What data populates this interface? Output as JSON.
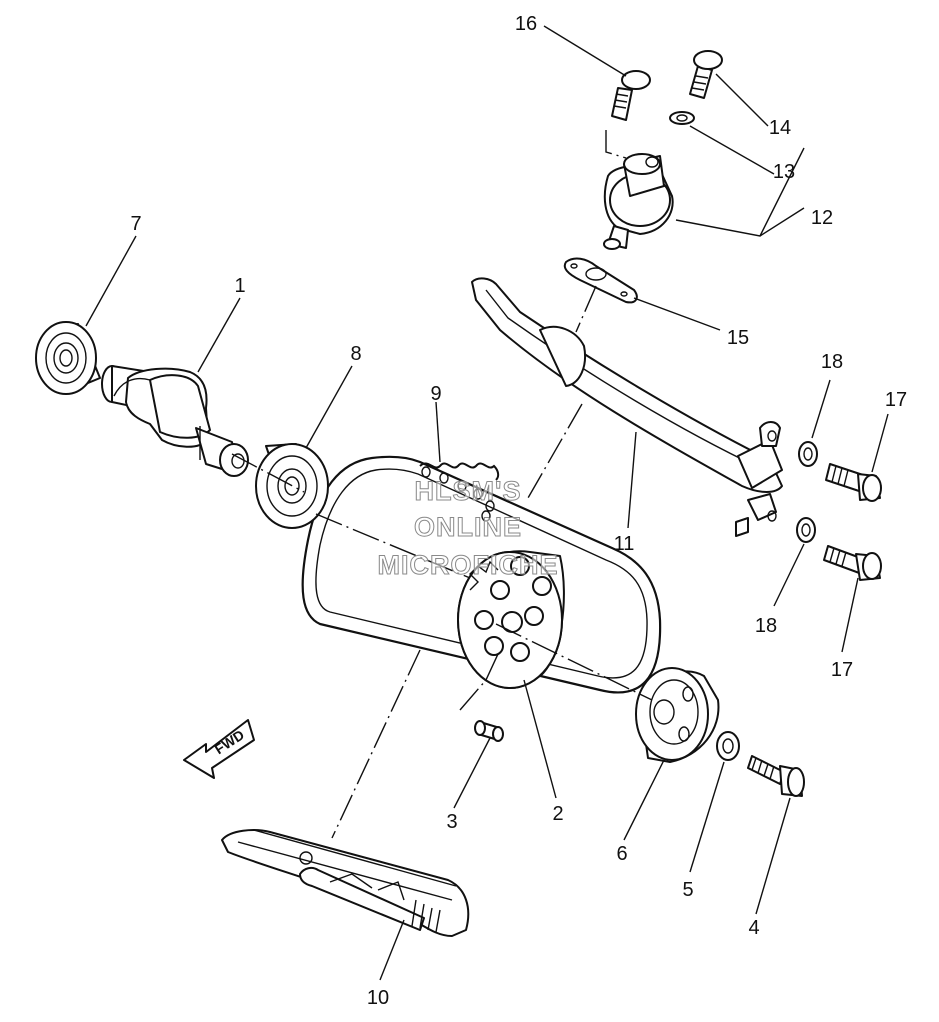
{
  "diagram": {
    "callouts": {
      "c1": "1",
      "c2": "2",
      "c3": "3",
      "c4": "4",
      "c5": "5",
      "c6": "6",
      "c7": "7",
      "c8": "8",
      "c9": "9",
      "c10": "10",
      "c11": "11",
      "c12": "12",
      "c13": "13",
      "c14": "14",
      "c15": "15",
      "c16": "16",
      "c17a": "17",
      "c17b": "17",
      "c18a": "18",
      "c18b": "18"
    },
    "fwd_label": "FWD",
    "watermark": [
      "HLSM'S",
      "ONLINE",
      "MICROFICHE"
    ]
  }
}
